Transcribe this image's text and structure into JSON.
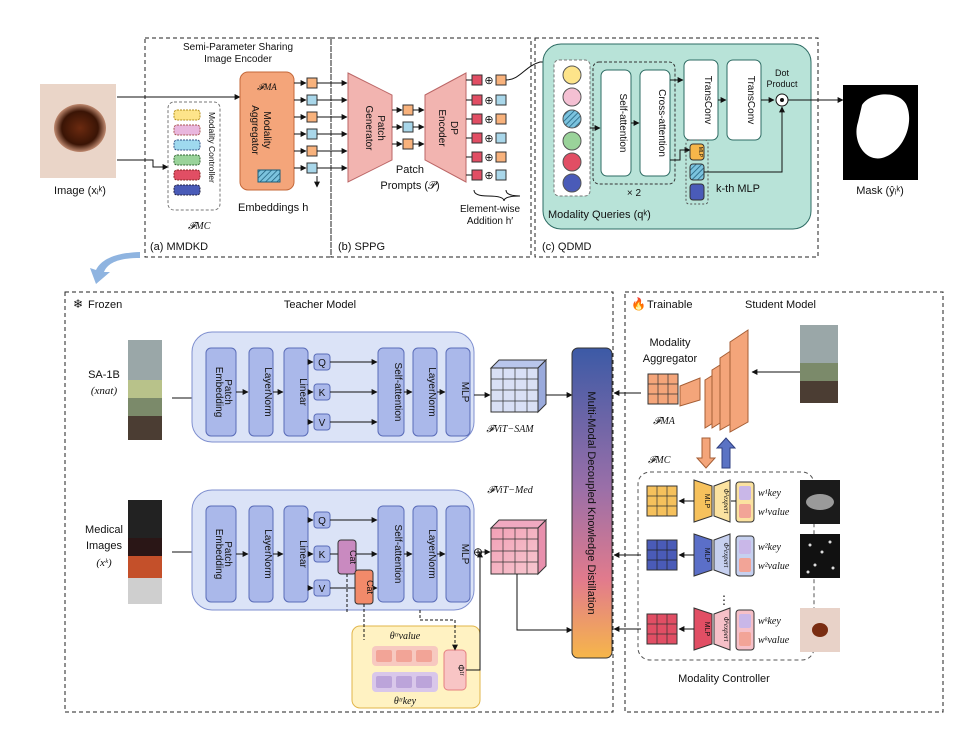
{
  "top": {
    "image_label": "Image (xᵢᵏ)",
    "mask_label": "Mask (ŷᵢᵏ)",
    "mmdkd": {
      "title_line1": "Semi-Parameter Sharing",
      "title_line2": "Image Encoder",
      "aggregator_symbol": "𝓕MA",
      "aggregator_line1": "Modality",
      "aggregator_line2": "Aggregator",
      "controller_label": "Modality Controller",
      "mc_symbol": "𝓕MC",
      "embeddings_label": "Embeddings h",
      "section_label": "(a) MMDKD"
    },
    "sppg": {
      "patch_generator_line1": "Patch",
      "patch_generator_line2": "Generator",
      "dp_encoder_line1": "DP",
      "dp_encoder_line2": "Encoder",
      "patch_prompts_line1": "Patch",
      "patch_prompts_line2": "Prompts (𝒫)",
      "elementwise_line1": "Element-wise",
      "elementwise_line2": "Addition h′",
      "section_label": "(b) SPPG"
    },
    "qdmd": {
      "self_attention": "Self-attention",
      "cross_attention": "Cross-attention",
      "repeat": "× 2",
      "transconv1": "TransConv",
      "transconv2": "TransConv",
      "dot_product_line1": "Dot",
      "dot_product_line2": "Product",
      "mlp_small": "MLP",
      "kth_mlp": "k-th MLP",
      "queries_label": "Modality Queries (qᵏ)",
      "section_label": "(c) QDMD"
    }
  },
  "teacher": {
    "frozen_label": "Frozen",
    "title": "Teacher Model",
    "sa1b_line1": "SA-1B",
    "sa1b_line2": "(xnat)",
    "medical_line1": "Medical",
    "medical_line2": "Images",
    "medical_line3": "(xᵏ)",
    "patch_embedding_line1": "Patch",
    "patch_embedding_line2": "Embedding",
    "layernorm": "LayerNorm",
    "linear": "Linear",
    "q": "Q",
    "k": "K",
    "v": "V",
    "self_attention": "Self-attention",
    "mlp": "MLP",
    "cat": "Cat",
    "vit_sam": "𝓕ViT−SAM",
    "vit_med": "𝓕ViT−Med",
    "theta_value": "θᵗʳvalue",
    "theta_key": "θᵗʳkey",
    "phi_tr": "Φᵗʳ"
  },
  "distillation": {
    "label": "Multi-Modal Decoupled Knowledge Distillation"
  },
  "student": {
    "trainable_label": "Trainable",
    "title": "Student Model",
    "aggregator_line1": "Modality",
    "aggregator_line2": "Aggregator",
    "ma_symbol": "𝓕MA",
    "mc_symbol": "𝓕MC",
    "mlp": "MLP",
    "phi_1": "Φ¹expert",
    "phi_2": "Φ²expert",
    "phi_k": "Φᵏexpert",
    "w_key_1": "w¹key",
    "w_value_1": "w¹value",
    "w_key_2": "w²key",
    "w_value_2": "w²value",
    "w_key_k": "wᵏkey",
    "w_value_k": "wᵏvalue",
    "controller_label": "Modality Controller"
  },
  "colors": {
    "aggregator": "#f4a57a",
    "patch_pink": "#f2b4b0",
    "qdmd_bg": "#b8e3d8",
    "teacher_block": "#dbe3f7",
    "layer_block": "#aab8ea",
    "distill_top": "#3d5ca8",
    "distill_mid": "#e07a8f",
    "distill_bottom": "#f5b54a"
  }
}
